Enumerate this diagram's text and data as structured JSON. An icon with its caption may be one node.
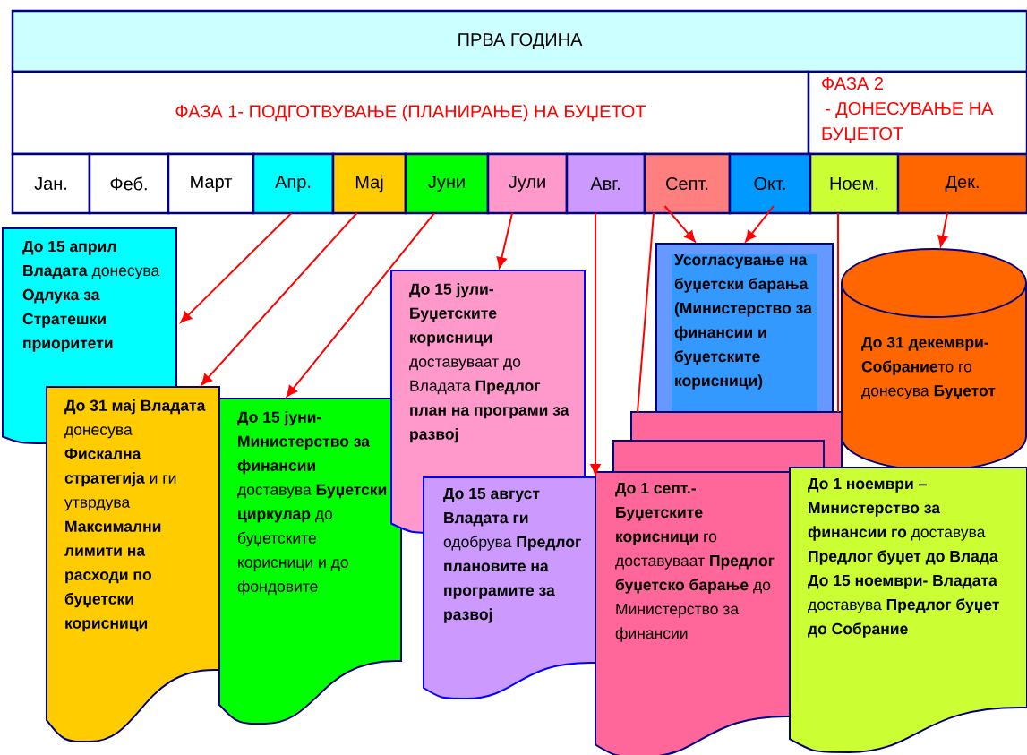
{
  "diagram": {
    "nodes": [
      {
        "text": [
          "ПРВА ГОДИНА"
        ]
      },
      {
        "text": [
          "ФАЗА 1- ПОДГОТВУВАЊЕ (ПЛАНИРАЊЕ) НА БУЏЕТОТ"
        ]
      },
      {
        "text": [
          "ФАЗА 2",
          "- ДОНЕСУВАЊЕ НА БУЏЕТОТ"
        ]
      },
      {
        "text": [
          "Јан."
        ]
      },
      {
        "text": [
          "Феб."
        ]
      },
      {
        "text": [
          "Март"
        ]
      },
      {
        "text": [
          "Апр."
        ]
      },
      {
        "text": [
          "Мај"
        ]
      },
      {
        "text": [
          "Јуни"
        ]
      },
      {
        "text": [
          "Јули"
        ]
      },
      {
        "text": [
          "Авг."
        ]
      },
      {
        "text": [
          "Септ."
        ]
      },
      {
        "text": [
          "Окт."
        ]
      },
      {
        "text": [
          "Ноем."
        ]
      },
      {
        "text": [
          "Дек."
        ]
      },
      {
        "text": [
          "**До 15 април Владата** донесува **Одлука за Стратешки приоритети**"
        ]
      },
      {
        "text": [
          "**До 31 мај Владата** донесува **Фискална стратегија** и ги утврдува **Максимални лимити на расходи по буџетски корисници**"
        ]
      },
      {
        "text": [
          "**До 15 јуни- Министерство за финансии** доставува **Буџетски циркулар** до буџетските корисници и до фондовите"
        ]
      },
      {
        "text": [
          "**До 15 јули- Буџетските корисници** доставуваат до Владата **Предлог план на програми за развој**"
        ]
      },
      {
        "text": [
          "Усогласување на буџетски барања (Министерство за финансии и буџетските корисници)"
        ]
      },
      {
        "text": [
          "**До 31 декември- Собрание**то го донесува **Буџетот**"
        ]
      },
      {
        "text": [
          "**До 15 август Владата ги** одобрува **Предлог плановите на програмите за развој**"
        ]
      },
      {
        "text": [],
        "shape": "box"
      },
      {
        "text": [],
        "shape": "box"
      },
      {
        "text": [
          "**До 1 септ.- Буџетските корисници** го доставуваат **Предлог буџетско барање** до Министерство за финансии"
        ]
      },
      {
        "text": [
          "**До 1 ноември – Министерство за финансии го** доставува **Предлог буџет до Влада**",
          "**До 15 ноември- Владата** доставува **Предлог буџет до Собрание**"
        ]
      }
    ],
    "edges": [
      {
        "from": 6,
        "to": 15,
        "arrow": "to"
      },
      {
        "from": 7,
        "to": 16,
        "arrow": "to"
      },
      {
        "from": 8,
        "to": 17,
        "arrow": "to"
      },
      {
        "from": 9,
        "to": 18,
        "arrow": "to"
      },
      {
        "from": 10,
        "to": 21,
        "arrow": "to"
      },
      {
        "from": 11,
        "to": 22,
        "arrow": "none"
      },
      {
        "from": 11,
        "to": 19,
        "arrow": "to"
      },
      {
        "from": 12,
        "to": 19,
        "arrow": "to"
      },
      {
        "from": 13,
        "to": 22,
        "arrow": "none"
      },
      {
        "from": 14,
        "to": 20,
        "arrow": "to"
      }
    ]
  }
}
